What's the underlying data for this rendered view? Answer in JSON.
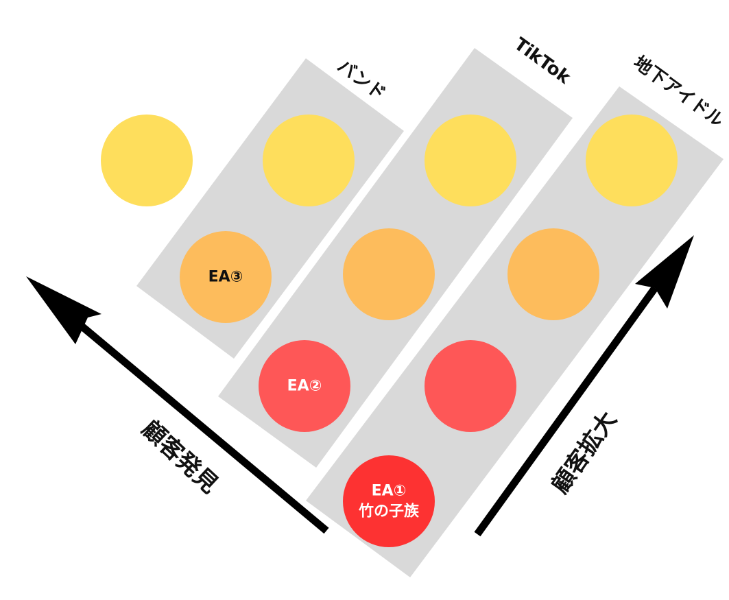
{
  "bands": [
    {
      "label": "バンド"
    },
    {
      "label": "TikTok"
    },
    {
      "label": "地下アイドル"
    }
  ],
  "circles": [
    {
      "label": [],
      "color": "#fede5c",
      "text_color": "#111111"
    },
    {
      "label": [],
      "color": "#fede5c",
      "text_color": "#111111"
    },
    {
      "label": [],
      "color": "#fede5c",
      "text_color": "#111111"
    },
    {
      "label": [],
      "color": "#fede5c",
      "text_color": "#111111"
    },
    {
      "label": [
        "EA③"
      ],
      "color": "#fdbc5c",
      "text_color": "#111111"
    },
    {
      "label": [],
      "color": "#fdbc5c",
      "text_color": "#111111"
    },
    {
      "label": [],
      "color": "#fdbc5c",
      "text_color": "#111111"
    },
    {
      "label": [
        "EA②"
      ],
      "color": "#fe5757",
      "text_color": "#ffffff"
    },
    {
      "label": [],
      "color": "#fe5757",
      "text_color": "#ffffff"
    },
    {
      "label": [
        "EA①",
        "竹の子族"
      ],
      "color": "#fd3232",
      "text_color": "#ffffff"
    }
  ],
  "arrows": [
    {
      "label": "顧客発見"
    },
    {
      "label": "顧客拡大"
    }
  ],
  "colors": {
    "band": "#d9d9d9",
    "arrow": "#000000"
  }
}
